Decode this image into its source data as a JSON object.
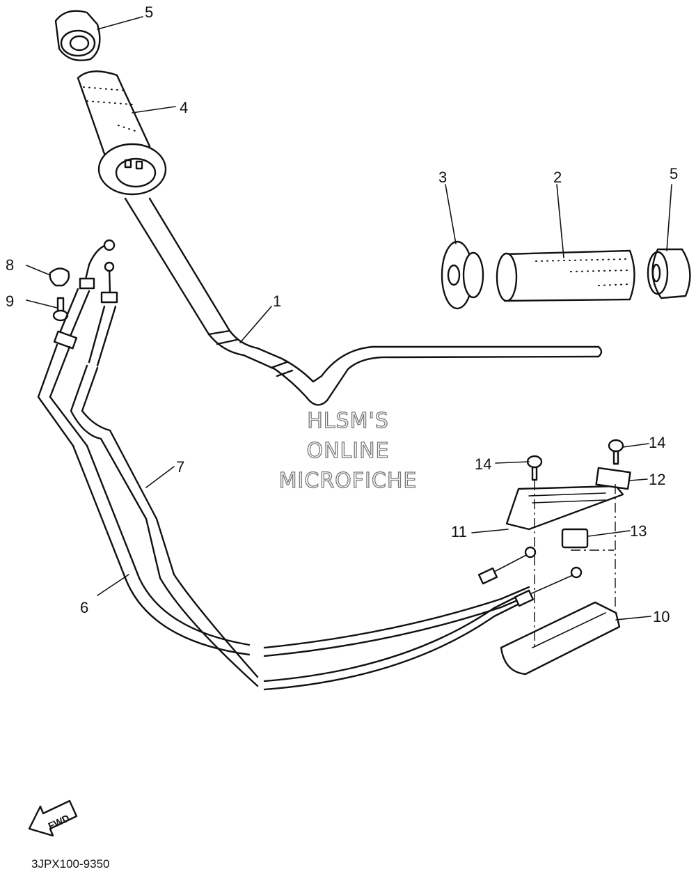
{
  "callouts": {
    "c1": "1",
    "c2": "2",
    "c3": "3",
    "c4": "4",
    "c5a": "5",
    "c5b": "5",
    "c6": "6",
    "c7": "7",
    "c8": "8",
    "c9": "9",
    "c10": "10",
    "c11": "11",
    "c12": "12",
    "c13": "13",
    "c14a": "14",
    "c14b": "14"
  },
  "watermark": {
    "line1": "HLSM'S",
    "line2": "ONLINE",
    "line3": "MICROFICHE"
  },
  "fwd_label": "FWD",
  "diagram_code": "3JPX100-9350"
}
